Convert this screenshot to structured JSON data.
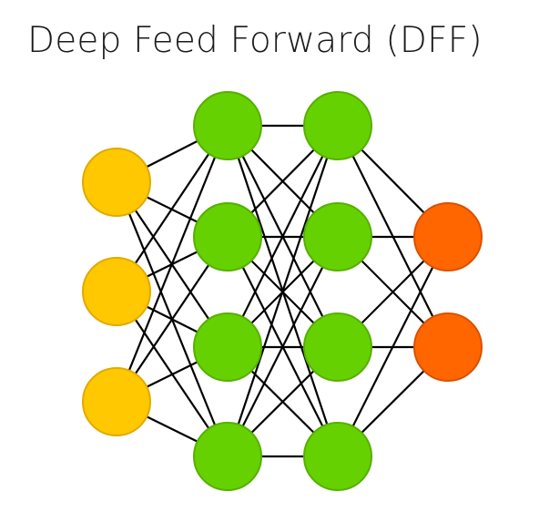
{
  "title": "Deep Feed Forward (DFF)",
  "colors": {
    "input": "#ffc800",
    "input_stroke": "#e0aa00",
    "hidden": "#66d100",
    "hidden_stroke": "#55b000",
    "output": "#ff6600",
    "output_stroke": "#d95000",
    "edge": "#000000"
  },
  "network": {
    "layers": [
      {
        "name": "input",
        "nodes": 3
      },
      {
        "name": "hidden",
        "nodes": 4
      },
      {
        "name": "hidden",
        "nodes": 4
      },
      {
        "name": "output",
        "nodes": 2
      }
    ]
  }
}
